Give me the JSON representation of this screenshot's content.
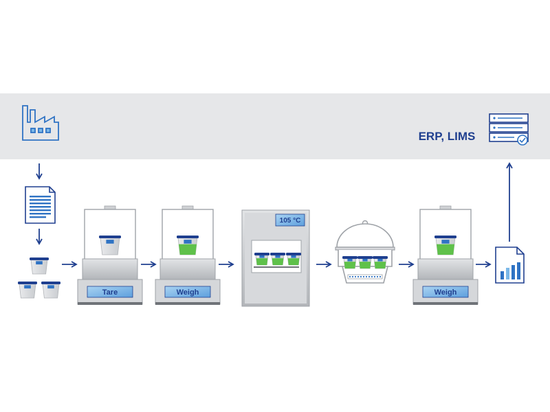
{
  "header": {
    "systems_label": "ERP, LIMS"
  },
  "steps": {
    "tare_label": "Tare",
    "weigh1_label": "Weigh",
    "oven_temp": "105 °C",
    "weigh2_label": "Weigh"
  },
  "colors": {
    "band": "#e6e7e9",
    "navy": "#1f3f8f",
    "blue": "#2f73c4",
    "light_blue": "#7bb8e8",
    "green": "#5fc14a",
    "gray": "#b9bcc0",
    "dark_gray": "#6f7378"
  },
  "icons": {
    "factory": "factory-icon",
    "document": "document-icon",
    "server": "server-check-icon",
    "report": "report-chart-icon"
  }
}
